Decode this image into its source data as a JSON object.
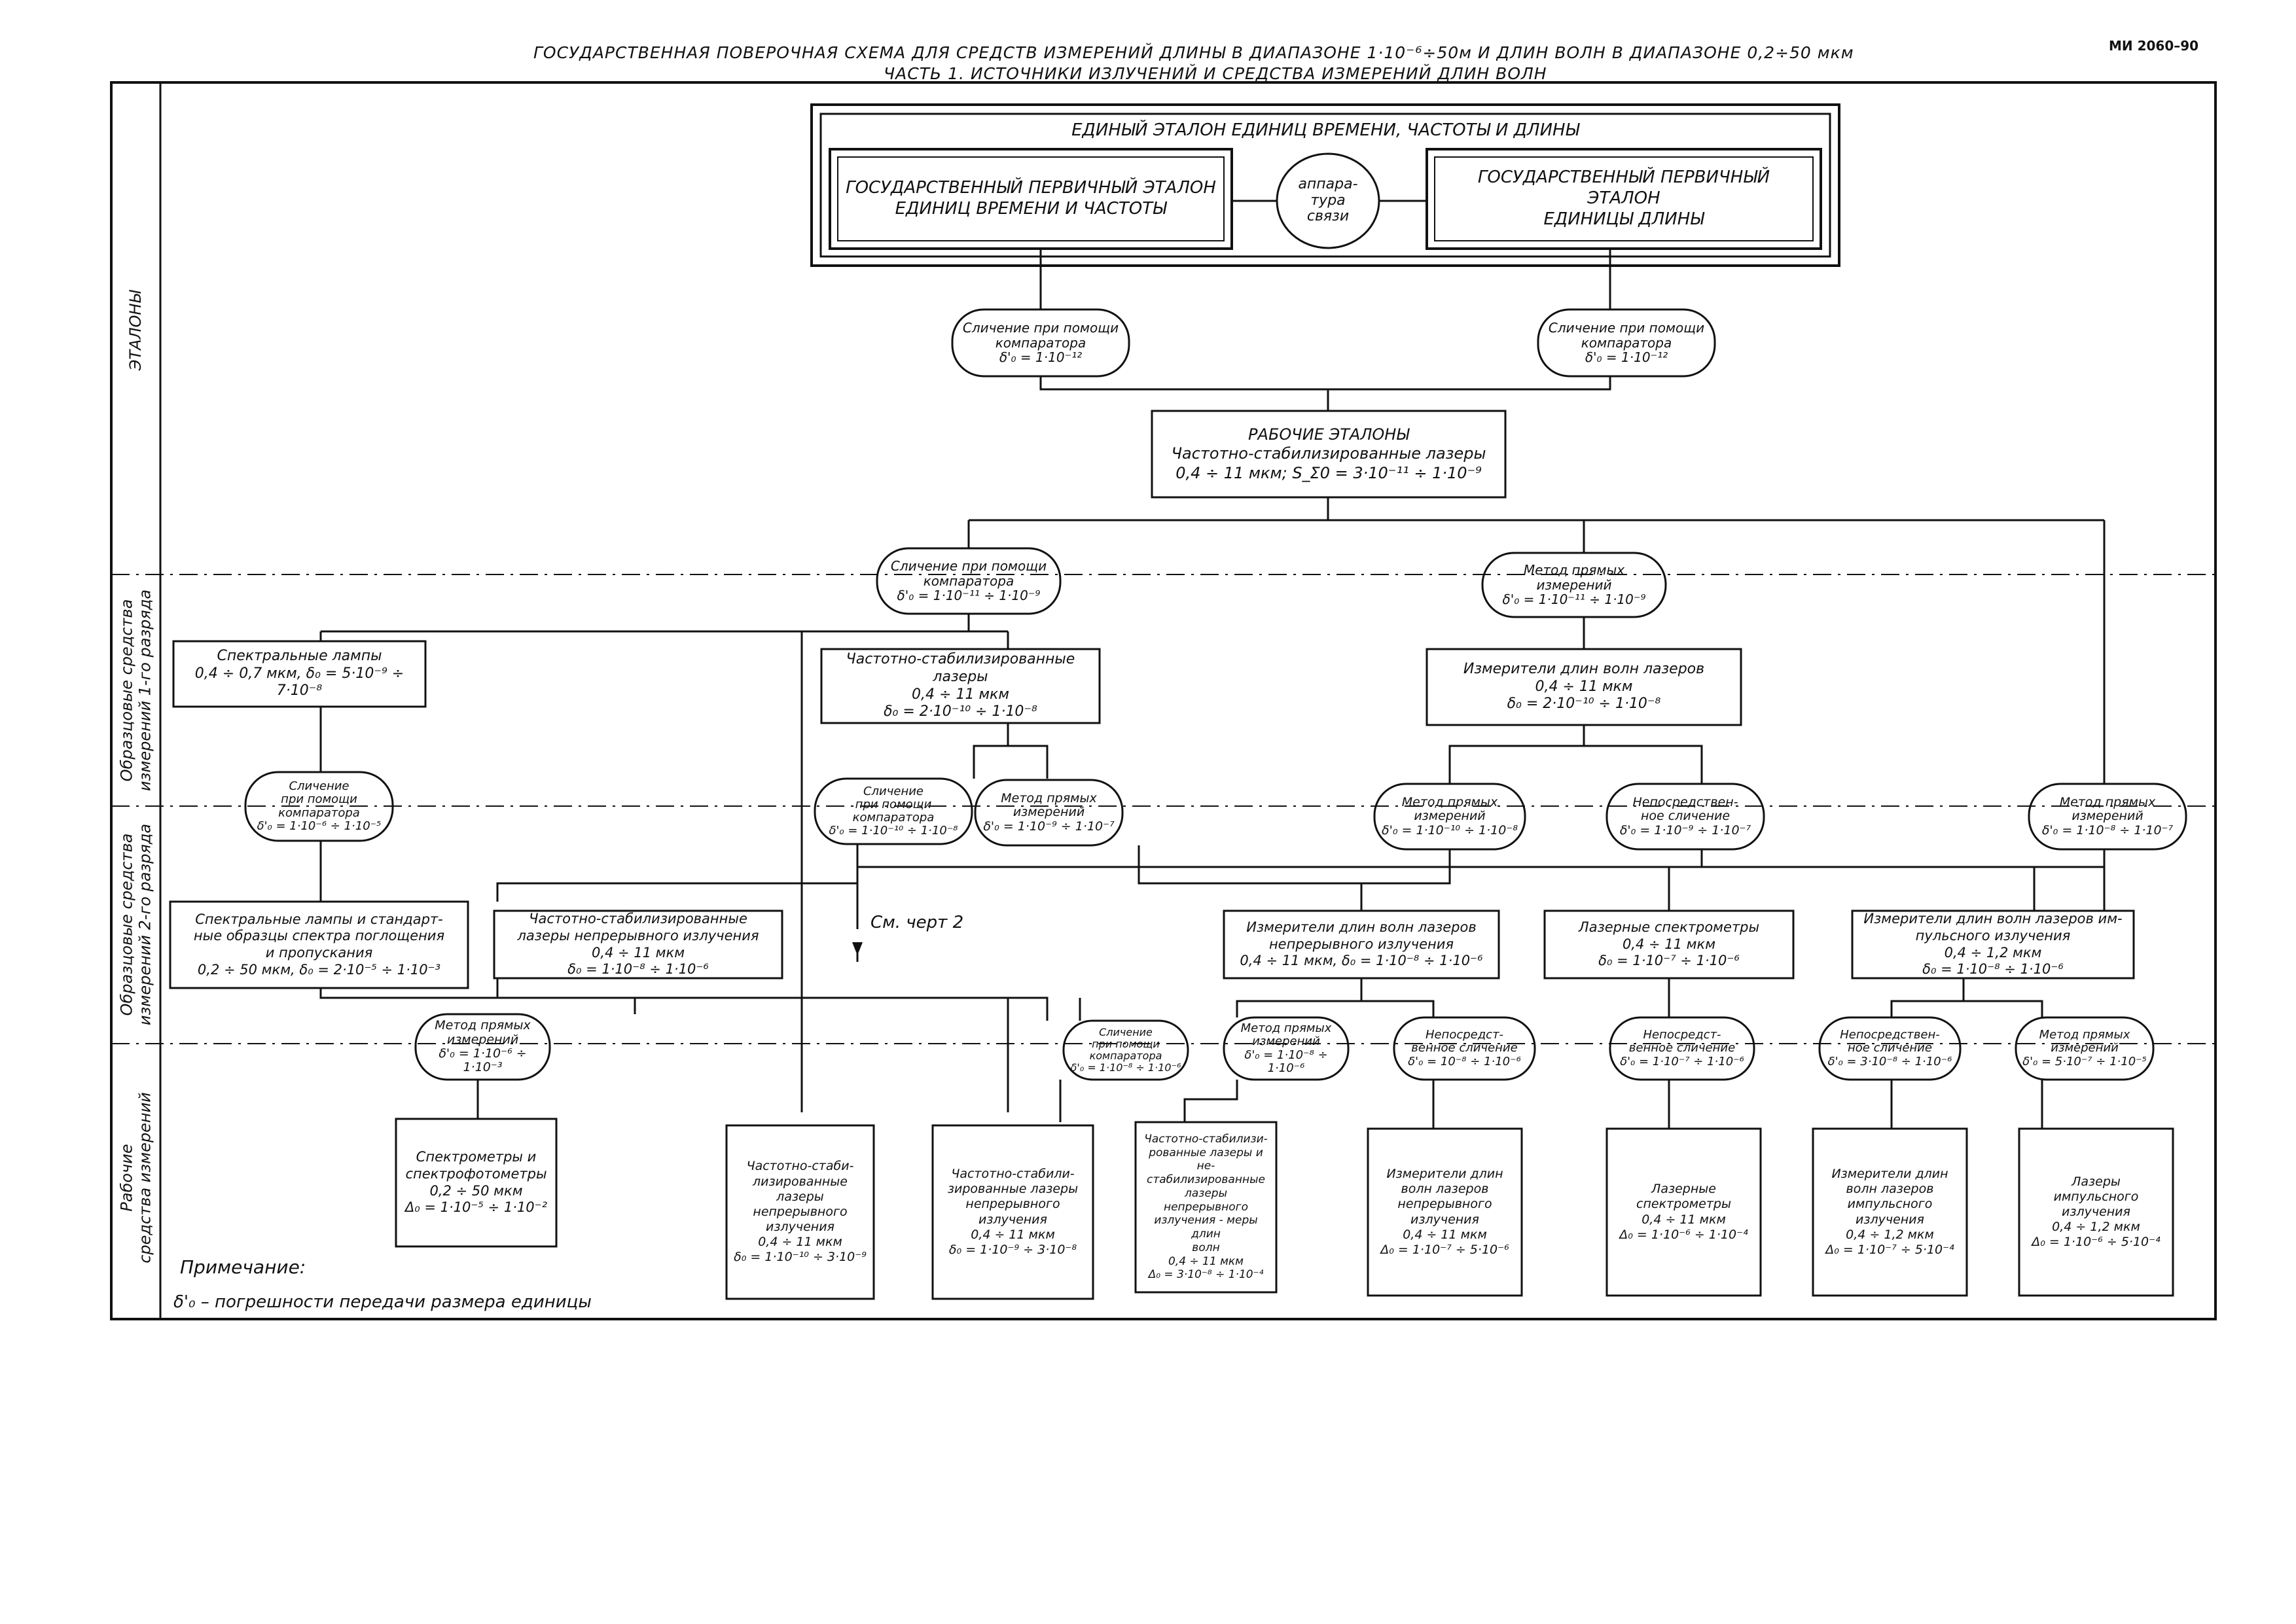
{
  "header": {
    "title_line1": "ГОСУДАРСТВЕННАЯ ПОВЕРОЧНАЯ СХЕМА ДЛЯ СРЕДСТВ ИЗМЕРЕНИЙ ДЛИНЫ В ДИАПАЗОНЕ 1·10⁻⁶÷50м И ДЛИН ВОЛН В ДИАПАЗОНЕ 0,2÷50 мкм",
    "title_line2": "ЧАСТЬ 1. ИСТОЧНИКИ ИЗЛУЧЕНИЙ И СРЕДСТВА ИЗМЕРЕНИЙ ДЛИН ВОЛН",
    "doc_id": "МИ 2060–90"
  },
  "levels": {
    "etalony": "ЭТАЛОНЫ",
    "obraz1": "Образцовые средства\nизмерений 1-го разряда",
    "obraz2": "Образцовые средства\nизмерений 2-го разряда",
    "rabochie": "Рабочие\nсредства измерений"
  },
  "top": {
    "unified": "ЕДИНЫЙ ЭТАЛОН ЕДИНИЦ ВРЕМЕНИ, ЧАСТОТЫ И ДЛИНЫ",
    "primary_time": "ГОСУДАРСТВЕННЫЙ ПЕРВИЧНЫЙ ЭТАЛОН\nЕДИНИЦ ВРЕМЕНИ И ЧАСТОТЫ",
    "link": "аппара-\nтура\nсвязи",
    "primary_length": "ГОСУДАРСТВЕННЫЙ ПЕРВИЧНЫЙ ЭТАЛОН\nЕДИНИЦЫ ДЛИНЫ"
  },
  "methods": {
    "cmp_top_left": "Сличение при помощи\nкомпаратора\nδ'₀ = 1·10⁻¹²",
    "cmp_top_right": "Сличение при помощи\nкомпаратора\nδ'₀ = 1·10⁻¹²",
    "cmp_mid": "Сличение при помощи\nкомпаратора\nδ'₀ = 1·10⁻¹¹ ÷ 1·10⁻⁹",
    "direct_mid": "Метод прямых\nизмерений\nδ'₀ = 1·10⁻¹¹ ÷ 1·10⁻⁹",
    "cmp_lamps": "Сличение\nпри помощи\nкомпаратора\nδ'₀ = 1·10⁻⁶ ÷ 1·10⁻⁵",
    "cmp_lasers": "Сличение\nпри помощи\nкомпаратора\nδ'₀ = 1·10⁻¹⁰ ÷ 1·10⁻⁸",
    "direct_lasers": "Метод прямых\nизмерений\nδ'₀ = 1·10⁻⁹ ÷ 1·10⁻⁷",
    "direct_meters": "Метод прямых\nизмерений\nδ'₀ = 1·10⁻¹⁰ ÷ 1·10⁻⁸",
    "direct_cmp_meters": "Непосредствен-\nное сличение\nδ'₀ = 1·10⁻⁹ ÷ 1·10⁻⁷",
    "direct_right": "Метод прямых\nизмерений\nδ'₀ = 1·10⁻⁸ ÷ 1·10⁻⁷",
    "w_direct_1": "Метод прямых\nизмерений\nδ'₀ = 1·10⁻⁶ ÷ 1·10⁻³",
    "w_cmp": "Сличение\nпри помощи\nкомпаратора\nδ'₀ = 1·10⁻⁸ ÷ 1·10⁻⁶",
    "w_direct_2": "Метод прямых\nизмерений\nδ'₀ = 1·10⁻⁸ ÷ 1·10⁻⁶",
    "w_direct_cmp_1": "Непосредст-\nвенное сличение\nδ'₀ = 10⁻⁸ ÷ 1·10⁻⁶",
    "w_direct_cmp_2": "Непосредст-\nвенное сличение\nδ'₀ = 1·10⁻⁷ ÷ 1·10⁻⁶",
    "w_direct_cmp_3": "Непосредствен-\nное сличение\nδ'₀ = 3·10⁻⁸ ÷ 1·10⁻⁶",
    "w_direct_3": "Метод прямых\nизмерений\nδ'₀ = 5·10⁻⁷ ÷ 1·10⁻⁵"
  },
  "boxes": {
    "working_standards": "РАБОЧИЕ ЭТАЛОНЫ\nЧастотно-стабилизированные лазеры\n0,4 ÷ 11 мкм;     S_Σ0 = 3·10⁻¹¹ ÷ 1·10⁻⁹",
    "spec_lamps": "Спектральные лампы\n0,4 ÷ 0,7 мкм,   δ₀ = 5·10⁻⁹ ÷ 7·10⁻⁸",
    "fs_lasers_1": "Частотно-стабилизированные\nлазеры\n0,4 ÷ 11 мкм\nδ₀ = 2·10⁻¹⁰ ÷ 1·10⁻⁸",
    "wl_meters_1": "Измерители длин волн лазеров\n0,4 ÷ 11 мкм\nδ₀ = 2·10⁻¹⁰ ÷ 1·10⁻⁸",
    "lamps_std": "Спектральные лампы и стандарт-\nные образцы спектра поглощения\nи пропускания\n0,2 ÷ 50 мкм,   δ₀ = 2·10⁻⁵ ÷ 1·10⁻³",
    "fs_cw_2": "Частотно-стабилизированные\nлазеры непрерывного излучения\n0,4 ÷ 11 мкм\nδ₀ = 1·10⁻⁸ ÷ 1·10⁻⁶",
    "wl_cw_2": "Измерители длин волн лазеров\nнепрерывного излучения\n0,4 ÷ 11 мкм,   δ₀ = 1·10⁻⁸ ÷ 1·10⁻⁶",
    "laser_spectrometers_2": "Лазерные спектрометры\n0,4 ÷ 11 мкм\nδ₀ = 1·10⁻⁷ ÷ 1·10⁻⁶",
    "wl_pulse_2": "Измерители длин волн лазеров им-\nпульсного излучения\n0,4 ÷ 1,2 мкм\nδ₀ = 1·10⁻⁸ ÷ 1·10⁻⁶",
    "r_spectrometers": "Спектрометры и\nспектрофотометры\n0,2 ÷ 50 мкм\nΔ₀ = 1·10⁻⁵ ÷ 1·10⁻²",
    "r_fs_cw_1": "Частотно-стаби-\nлизированные лазеры\nнепрерывного\nизлучения\n0,4 ÷ 11 мкм\nδ₀ = 1·10⁻¹⁰ ÷ 3·10⁻⁹",
    "r_fs_cw_2": "Частотно-стабили-\nзированные лазеры\nнепрерывного\nизлучения\n0,4 ÷ 11 мкм\nδ₀ = 1·10⁻⁹ ÷ 3·10⁻⁸",
    "r_fs_measures": "Частотно-стабилизи-\nрованные лазеры и не-\nстабилизированные\nлазеры непрерывного\nизлучения - меры длин\nволн\n0,4 ÷ 11 мкм\nΔ₀ = 3·10⁻⁸ ÷ 1·10⁻⁴",
    "r_wl_cw": "Измерители длин\nволн лазеров\nнепрерывного\nизлучения\n0,4 ÷ 11 мкм\nΔ₀ = 1·10⁻⁷ ÷ 5·10⁻⁶",
    "r_laser_spectrometers": "Лазерные\nспектрометры\n0,4 ÷ 11 мкм\nΔ₀ = 1·10⁻⁶ ÷ 1·10⁻⁴",
    "r_wl_pulse": "Измерители длин\nволн лазеров\nимпульсного\nизлучения\n0,4 ÷ 1,2 мкм\nΔ₀ = 1·10⁻⁷ ÷ 5·10⁻⁴",
    "r_pulse_lasers": "Лазеры\nимпульсного\nизлучения\n0,4 ÷ 1,2 мкм\nΔ₀ = 1·10⁻⁶ ÷ 5·10⁻⁴"
  },
  "arrow_label": "См. черт 2",
  "note": {
    "title": "Примечание:",
    "text": "δ'₀ – погрешности передачи размера единицы"
  }
}
